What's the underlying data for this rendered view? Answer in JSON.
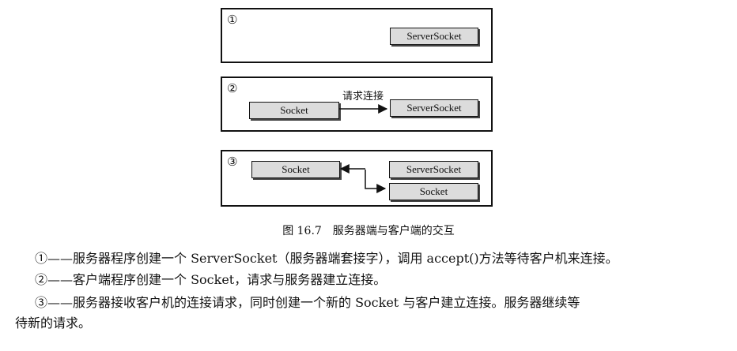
{
  "figure": {
    "panel1": {
      "num": "①",
      "server_socket": "ServerSocket"
    },
    "panel2": {
      "num": "②",
      "socket": "Socket",
      "arrow_label": "请求连接",
      "server_socket": "ServerSocket"
    },
    "panel3": {
      "num": "③",
      "socket": "Socket",
      "server_socket": "ServerSocket",
      "socket_new": "Socket"
    },
    "caption": "图 16.7　服务器端与客户端的交互"
  },
  "body": {
    "p1": "①——服务器程序创建一个 ServerSocket（服务器端套接字），调用 accept()方法等待客户机来连接。",
    "p2": "②——客户端程序创建一个 Socket，请求与服务器建立连接。",
    "p3a": "③——服务器接收客户机的连接请求，同时创建一个新的 Socket 与客户建立连接。服务器继续等",
    "p3b": "待新的请求。"
  }
}
